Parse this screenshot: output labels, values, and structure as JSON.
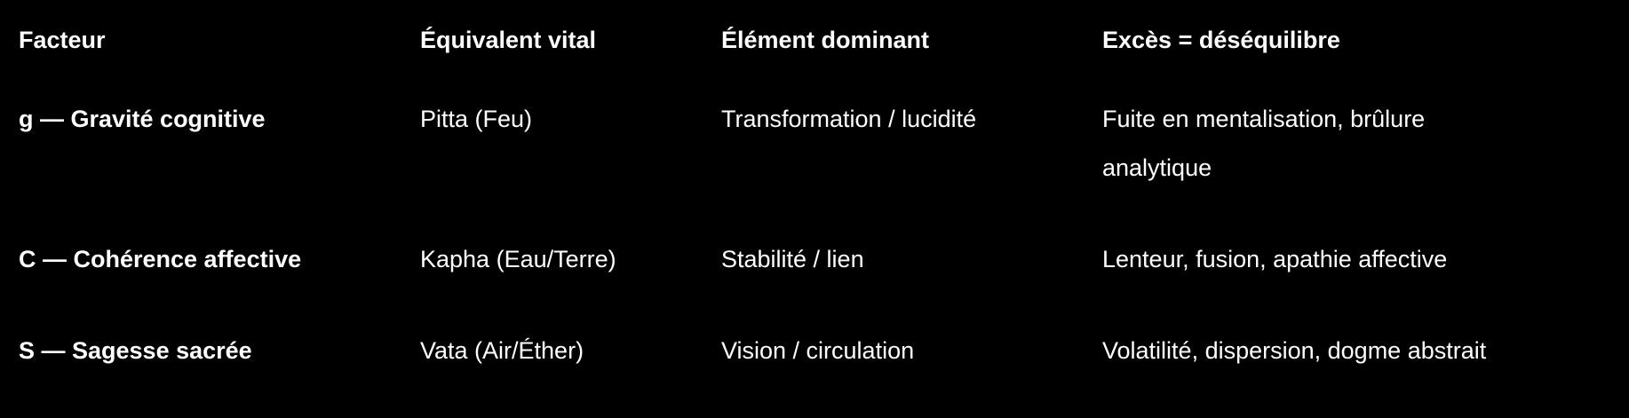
{
  "headers": [
    "Facteur",
    "Équivalent vital",
    "Élément dominant",
    "Excès = déséquilibre"
  ],
  "rows": [
    [
      "g — Gravité cognitive",
      "Pitta (Feu)",
      "Transformation / lucidité",
      "Fuite en mentalisation, brûlure analytique"
    ],
    [
      "C — Cohérence affective",
      "Kapha (Eau/Terre)",
      "Stabilité / lien",
      "Lenteur, fusion, apathie affective"
    ],
    [
      "S — Sagesse sacrée",
      "Vata (Air/Éther)",
      "Vision / circulation",
      "Volatilité, dispersion, dogme abstrait"
    ]
  ]
}
